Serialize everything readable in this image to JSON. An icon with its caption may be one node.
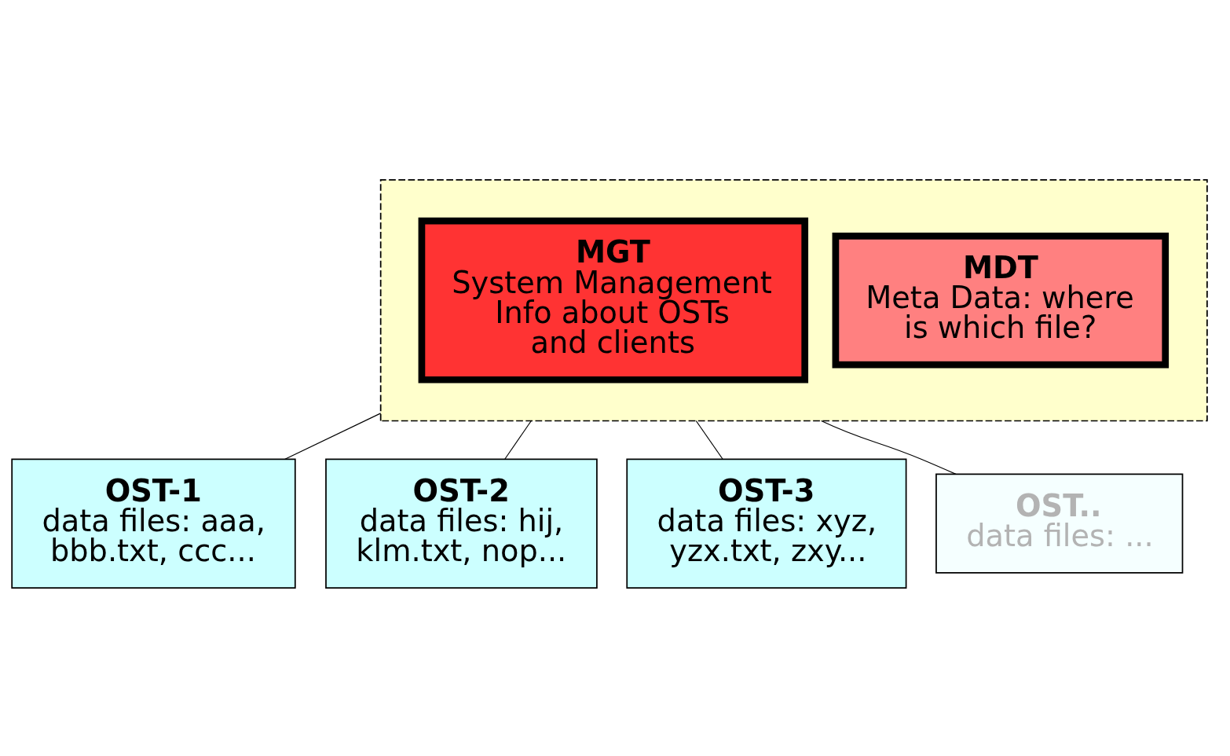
{
  "diagram": {
    "nodes": [
      {
        "text": [],
        "shape": "box"
      },
      {
        "text": [
          "MGT",
          "System Management Info about OSTs and clients"
        ],
        "in": 0
      },
      {
        "text": [
          "MDT",
          "Meta Data: where is which file?"
        ],
        "in": 0
      },
      {
        "text": [
          "OST-1",
          "data files: aaa, bbb.txt, ccc..."
        ]
      },
      {
        "text": [
          "OST-2",
          "data files: hij, klm.txt, nop..."
        ]
      },
      {
        "text": [
          "OST-3",
          "data files: xyz, yzx.txt, zxy..."
        ]
      },
      {
        "text": [
          "OST..",
          "data files: ..."
        ]
      }
    ],
    "edges": [
      {
        "from": 0,
        "to": 3,
        "arrow": "none"
      },
      {
        "from": 0,
        "to": 4,
        "arrow": "none"
      },
      {
        "from": 0,
        "to": 5,
        "arrow": "none"
      },
      {
        "from": 0,
        "to": 6,
        "arrow": "none"
      }
    ]
  }
}
